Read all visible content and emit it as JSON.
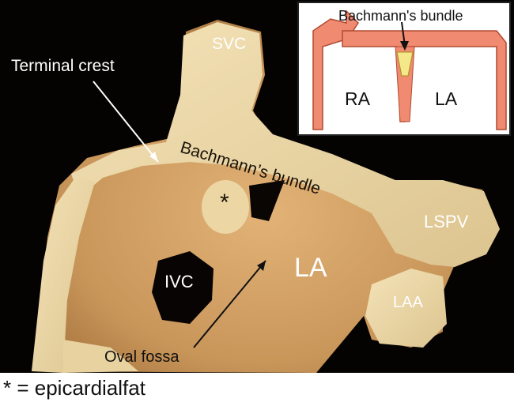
{
  "labels": {
    "svc": "SVC",
    "terminal_crest": "Terminal crest",
    "bachmanns_bundle": "Bachmann’s bundle",
    "asterisk": "*",
    "lspv": "LSPV",
    "la": "LA",
    "ivc": "IVC",
    "laa": "LAA",
    "oval_fossa": "Oval fossa"
  },
  "inset": {
    "title": "Bachmann's bundle",
    "ra": "RA",
    "la": "LA",
    "wall_color": "#f08a70",
    "bundle_color": "#f5e88a"
  },
  "caption": "* = epicardialfat"
}
